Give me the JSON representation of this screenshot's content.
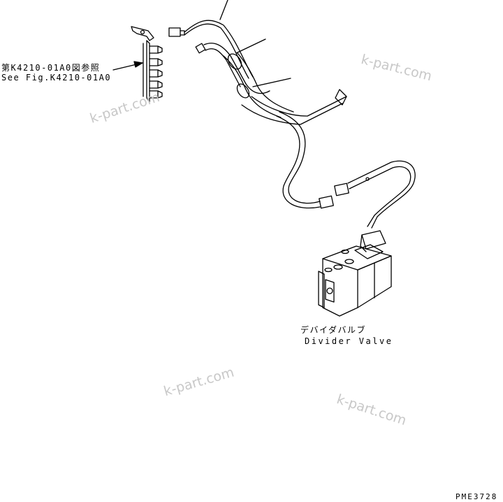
{
  "labels": {
    "ref_jp": "第K4210-01A0図参照",
    "ref_en": "See Fig.K4210-01A0",
    "valve_jp": "デバイダバルブ",
    "valve_en": "Divider Valve",
    "code": "PME3728"
  },
  "watermark": "k-part.com"
}
